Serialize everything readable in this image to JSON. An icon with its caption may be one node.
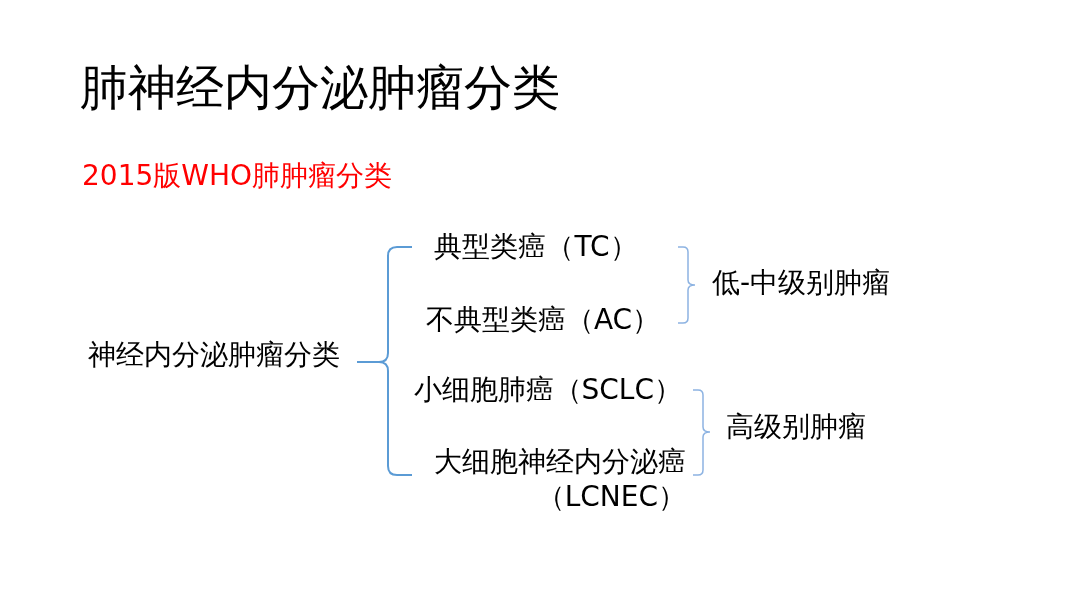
{
  "diagram": {
    "title": "肺神经内分泌肿瘤分类",
    "labels": [
      "2015版WHO肺肿瘤分类",
      "神经内分泌肿瘤分类",
      "典型类癌（TC）",
      "不典型类癌（AC）",
      "低-中级别肿瘤",
      "小细胞肺癌（SCLC）",
      "大细胞神经内分泌癌（LCNEC）",
      "高级别肿瘤"
    ]
  }
}
